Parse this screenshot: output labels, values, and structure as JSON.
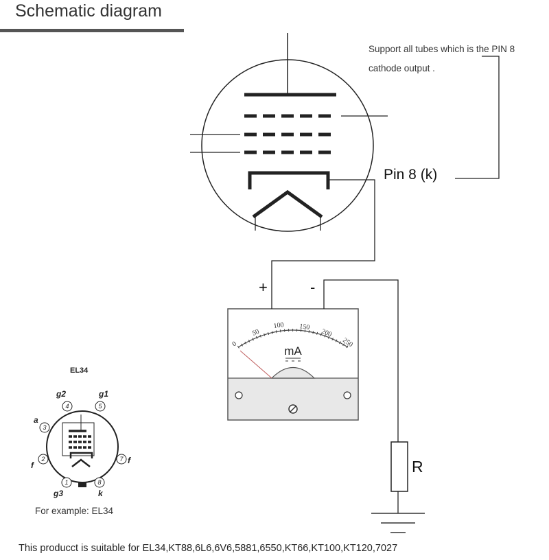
{
  "header": {
    "title": "Schematic diagram"
  },
  "note": {
    "line1": "Support all tubes which is the PIN 8",
    "line2": "cathode output ."
  },
  "labels": {
    "pin8": "Pin 8 (k)",
    "plus": "+",
    "minus": "-",
    "resistor": "R"
  },
  "meter": {
    "unit": "mA",
    "scale": [
      "0",
      "50",
      "100",
      "150",
      "200",
      "250"
    ]
  },
  "pinout": {
    "tube": "EL34",
    "pins": [
      {
        "num": "1",
        "label": "g3"
      },
      {
        "num": "2",
        "label": "f"
      },
      {
        "num": "3",
        "label": "a"
      },
      {
        "num": "4",
        "label": "g2"
      },
      {
        "num": "5",
        "label": "g1"
      },
      {
        "num": "7",
        "label": "f"
      },
      {
        "num": "8",
        "label": "k"
      }
    ],
    "caption": "For example: EL34"
  },
  "footer": {
    "text": "This producct is suitable for EL34,KT88,6L6,6V6,5881,6550,KT66,KT100,KT120,7027"
  }
}
